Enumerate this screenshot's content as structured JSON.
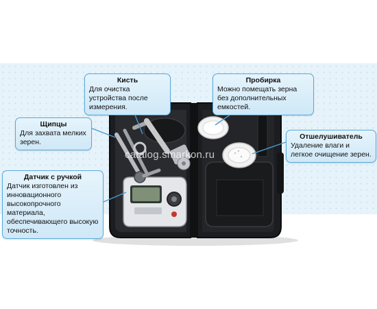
{
  "callouts": {
    "kist": {
      "title": "Кисть",
      "text": "Для очистка устройства после измерения."
    },
    "probirka": {
      "title": "Пробирка",
      "text": "Можно помещать зерна без дополнительных емкостей."
    },
    "shchipcy": {
      "title": "Щипцы",
      "text": "Для захвата мелких зерен."
    },
    "otshelushivatel": {
      "title": "Отшелушиватель",
      "text": "Удаление влаги и легкое очищение зерен."
    },
    "datchik": {
      "title": "Датчик с ручкой",
      "text": "Датчик изготовлен из инновационного высокопрочного материала, обеспечивающего высокую точность."
    }
  },
  "watermark": "catalog.smarkon.ru",
  "colors": {
    "callout_border": "#58a9d8",
    "callout_fill": "#d8eefa",
    "case": "#1b1c1e",
    "band": "#e7f3fa"
  }
}
